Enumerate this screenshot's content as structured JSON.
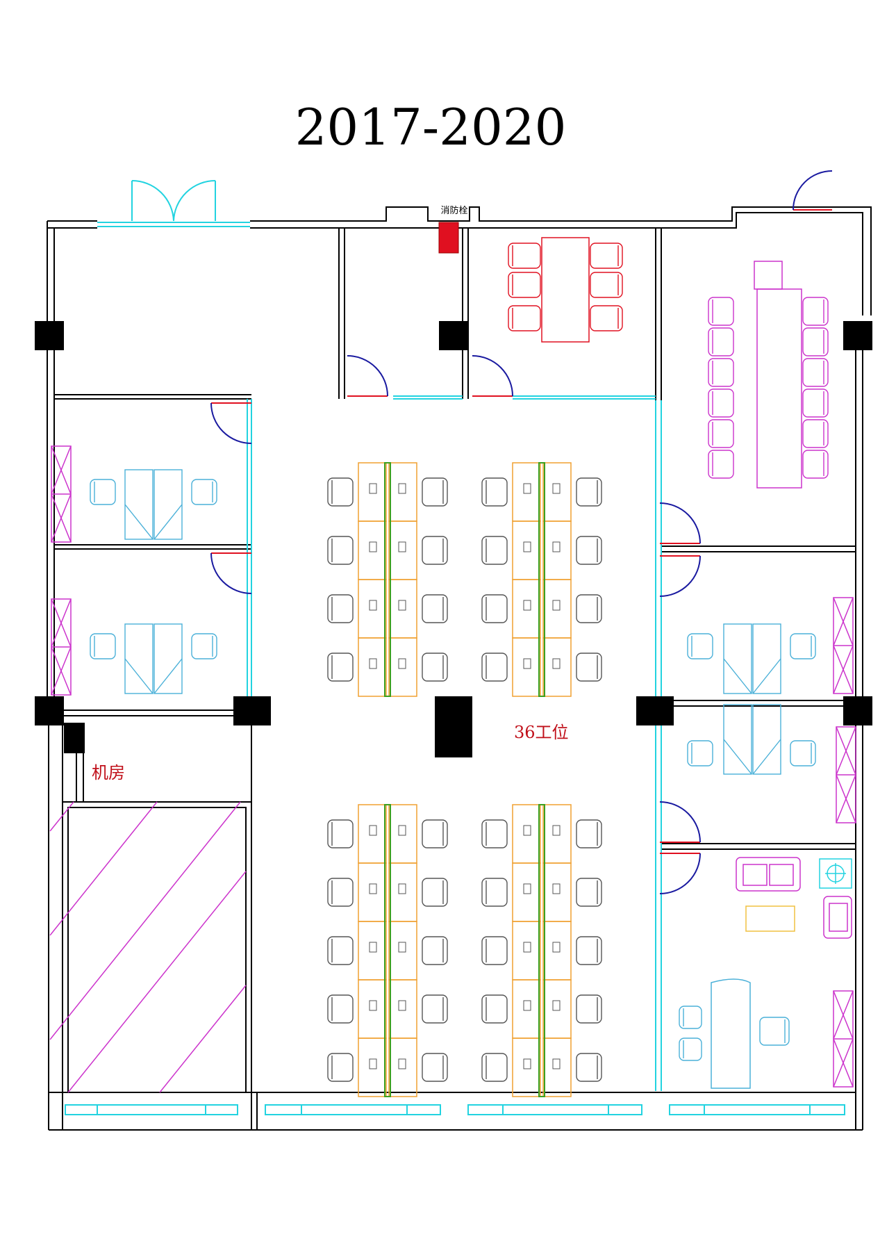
{
  "plan": {
    "title": "2017-2020",
    "labels": {
      "fire_hydrant": "消防栓",
      "workstations": "36工位",
      "server_room": "机房"
    }
  },
  "colors": {
    "wall": "#000000",
    "glass": "#22d3e0",
    "door_arc": "#1a1aa0",
    "door_leaf": "#e01020",
    "red_furniture": "#e01020",
    "magenta_furniture": "#cc33cc",
    "desk_orange": "#f0a030",
    "partition_green": "#3ca020",
    "chair_gray": "#555555",
    "blue_furniture": "#4ab0d8",
    "table_yellow": "#f0c040",
    "column": "#000000"
  },
  "icons": {
    "column": "column-block",
    "door": "swing-door-icon",
    "chair": "chair-icon",
    "fire_hydrant": "fire-hydrant-icon"
  }
}
